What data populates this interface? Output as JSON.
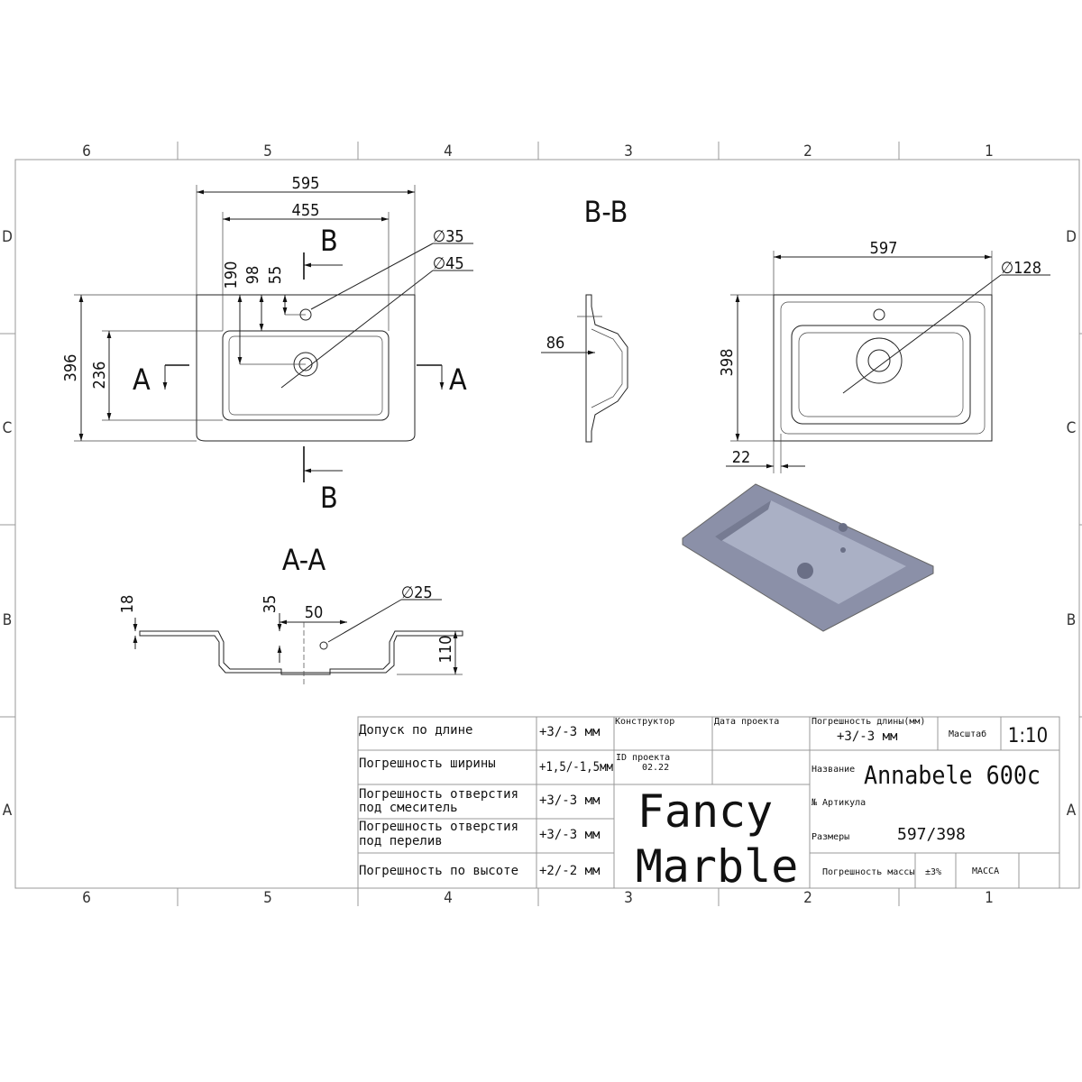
{
  "ruler": {
    "columns": [
      "6",
      "5",
      "4",
      "3",
      "2",
      "1"
    ],
    "rows": [
      "D",
      "C",
      "B",
      "A"
    ]
  },
  "plan": {
    "width": "595",
    "inner_width": "455",
    "d190": "190",
    "d98": "98",
    "d55": "55",
    "depth": "396",
    "inner_depth": "236",
    "tap_dia": "∅35",
    "drain_dia": "∅45",
    "sec_a": "A",
    "sec_b": "B"
  },
  "section_bb": {
    "title": "B-B",
    "d86": "86"
  },
  "section_aa": {
    "title": "A-A",
    "d18": "18",
    "d35": "35",
    "d50": "50",
    "overflow_dia": "∅25",
    "d110": "110"
  },
  "side": {
    "width": "597",
    "depth": "398",
    "drain_dia": "∅128",
    "d22": "22"
  },
  "render_color": "#8b90a8",
  "title_block": {
    "rows": [
      {
        "label": "Допуск по длине",
        "value": "+3/-3 мм"
      },
      {
        "label": "Погрешность ширины",
        "value": "+1,5/-1,5мм"
      },
      {
        "label": "Погрешность отверстия",
        "label2": "под смеситель",
        "value": "+3/-3 мм"
      },
      {
        "label": "Погрешность отверстия",
        "label2": "под перелив",
        "value": "+3/-3 мм"
      },
      {
        "label": "Погрешность по высоте",
        "value": "+2/-2 мм"
      }
    ],
    "designer": "Конструктор",
    "project_date": "Дата проекта",
    "project_id_label": "ID проекта",
    "project_id": "02.22",
    "logo1": "Fancy",
    "logo2": "Marble",
    "length_tol_label": "Погрешность длины(мм)",
    "length_tol": "+3/-3 мм",
    "scale_label": "Масштаб",
    "scale": "1:10",
    "name_label": "Название",
    "name": "Annabele 600c",
    "article_label": "№ Артикула",
    "size_label": "Размеры",
    "size": "597/398",
    "mass_tol_label": "Погрешность массы",
    "mass_tol": "±3%",
    "mass_label": "МАССА"
  }
}
